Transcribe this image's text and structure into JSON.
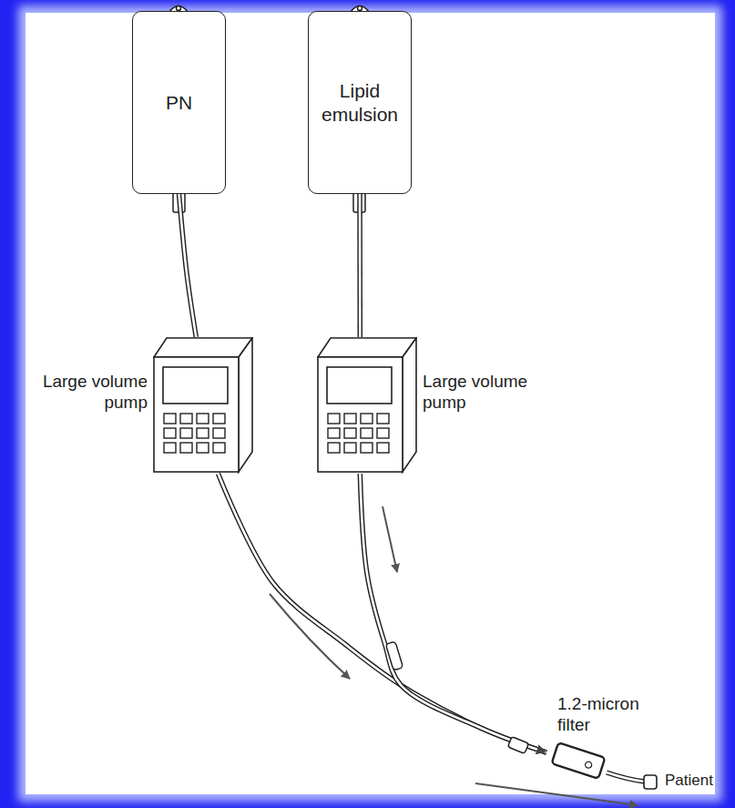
{
  "diagram": {
    "nodes": [
      {
        "text": [
          "PN"
        ]
      },
      {
        "text": [
          "Lipid emulsion"
        ]
      },
      {
        "text": [
          "Large volume pump"
        ]
      },
      {
        "text": [
          "Large volume pump"
        ]
      },
      {
        "text": [
          "1.2-micron filter"
        ]
      }
    ],
    "edges": [
      {
        "from": 0,
        "to": 2,
        "arrow": "none"
      },
      {
        "from": 1,
        "to": 3,
        "arrow": "none"
      },
      {
        "from": 2,
        "to": 4,
        "arrow": "to"
      },
      {
        "from": 3,
        "to": 4,
        "arrow": "to"
      }
    ],
    "labels": [
      "Patient"
    ]
  }
}
